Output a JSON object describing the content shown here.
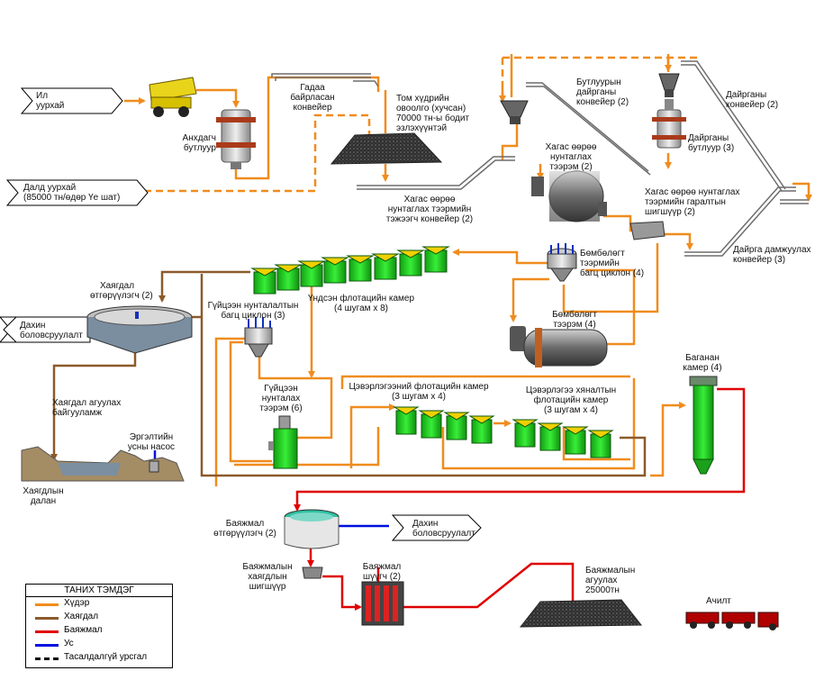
{
  "colors": {
    "ore": "#f08c1e",
    "tailings": "#8b5a2b",
    "concentrate": "#e00000",
    "water": "#0010e0",
    "standby": "#000000",
    "cell": "#1fd01f"
  },
  "sources": {
    "open_pit": "Ил\nуурхай",
    "underground": "Далд уурхай\n(85000 тн/өдөр Үе шат)"
  },
  "labels": {
    "primary_crusher": "Анхдагч\nбутлуур",
    "overland_conveyor": "Гадаа\nбайрласан\nконвейер",
    "coarse_stockpile": "Том хүдрийн\nовоолго (хучсан)\n70000 тн-ы бодит\nэзлэхүүнтэй",
    "sag_feed_conveyor": "Хагас өөрөө\nнунтаглах тээрмийн\nтэжээгч конвейер (2)",
    "pebble_crusher_conveyor": "Бутлуурын\nдайрганы\nконвейер (2)",
    "sag_mill": "Хагас өөрөө\nнунтаглах\nтээрэм (2)",
    "pebble_conveyor": "Дайрганы\nконвейер (2)",
    "pebble_crusher": "Дайрганы\nбутлуур (3)",
    "sag_discharge_screen": "Хагас өөрөө нунтаглах\nтээрмийн гаралтын\nшигшүүр (2)",
    "pebble_transfer_conveyor": "Дайрга дамжуулах\nконвейер (3)",
    "ball_mill_cyclone": "Бөмбөлөгт\nтээрмийн\nбагц циклон (4)",
    "ball_mill": "Бөмбөлөгт\nтээрэм (4)",
    "rougher_flotation": "Үндсэн флотацийн камер\n(4 шугам x 8)",
    "tailings_thickener": "Хаягдал\nөтгөрүүлэгч (2)",
    "recycle_water_top": "Дахин\nболовсруулалт",
    "regrind_cyclone": "Гүйцээн нунталалтын\nбагц циклон (3)",
    "regrind_mill": "Гүйцээн\nнунталах\nтээрэм (6)",
    "cleaner_flotation": "Цэвэрлэгээний флотацийн камер\n(3 шугам x 4)",
    "scavenger_flotation": "Цэвэрлэгээ хяналтын\nфлотацийн камер\n(3 шугам x 4)",
    "column_cell": "Баганан\nкамер (4)",
    "tailings_storage": "Хаягдал агуулах\nбайгууламж",
    "reclaim_pump": "Эргэлтийн\nусны насос",
    "tailings_dam": "Хаягдлын\nдалан",
    "conc_thickener": "Баяжмал\nөтгөрүүлэгч (2)",
    "recycle_water_bottom": "Дахин\nболовсруулалт",
    "conc_screen": "Баяжмалын\nхаягдлын\nшигшүүр",
    "conc_filter": "Баяжмал\nшүүгч (2)",
    "conc_storage": "Баяжмалын\nагуулах\n25000тн",
    "shipping": "Ачилт"
  },
  "legend": {
    "title": "ТАНИХ ТЭМДЭГ",
    "items": [
      {
        "label": "Хүдэр",
        "color": "#f08c1e",
        "style": "solid"
      },
      {
        "label": "Хаягдал",
        "color": "#8b5a2b",
        "style": "solid"
      },
      {
        "label": "Баяжмал",
        "color": "#e00000",
        "style": "solid"
      },
      {
        "label": "Ус",
        "color": "#0010e0",
        "style": "solid"
      },
      {
        "label": "Тасалдалгүй урсгал",
        "color": "#000000",
        "style": "dashed"
      }
    ]
  }
}
